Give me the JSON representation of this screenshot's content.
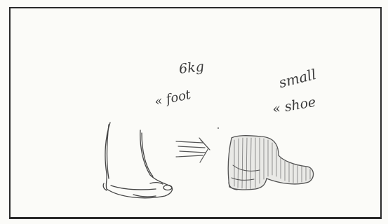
{
  "notes": {
    "weight": "6kg",
    "foot_label": "« foot",
    "small": "small",
    "shoe_label": "« shoe"
  },
  "icons": {
    "foot": "foot-sketch-icon",
    "arrow": "motion-arrow-icon",
    "shoe": "small-shoe-sketch-icon"
  },
  "colors": {
    "paper": "#fbfbf8",
    "ink": "#3a3a3a",
    "border": "#2a2a2a"
  }
}
